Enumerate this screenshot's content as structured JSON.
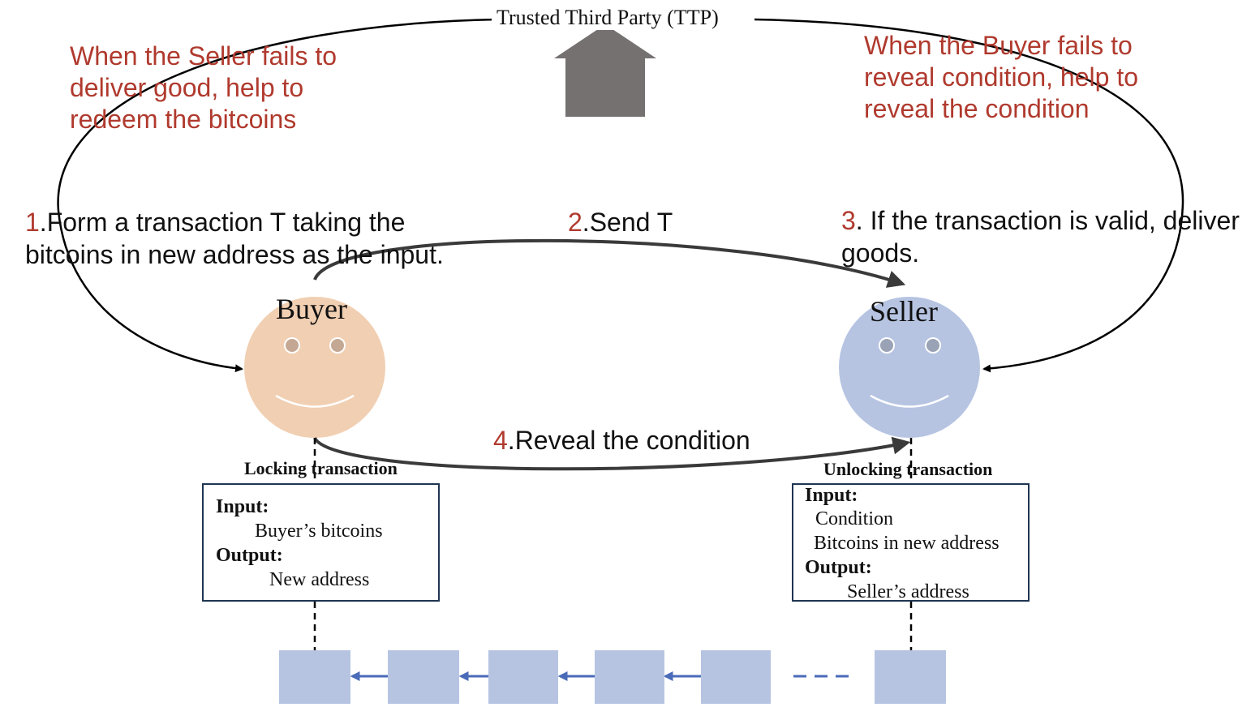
{
  "ttp": {
    "label": "Trusted Third Party (TTP)"
  },
  "notes": {
    "left": "When the Seller fails to\ndeliver good, help to\nredeem the bitcoins",
    "right": "When the Buyer fails to\nreveal condition, help to\nreveal the condition"
  },
  "steps": [
    {
      "num": "1",
      "text": ".Form a transaction T taking the\nbitcoins in new address as the input."
    },
    {
      "num": "2",
      "text": ".Send T"
    },
    {
      "num": "3",
      "text": ". If the transaction is valid, deliver\ngoods."
    },
    {
      "num": "4",
      "text": ".Reveal the condition"
    }
  ],
  "actors": {
    "buyer": "Buyer",
    "seller": "Seller"
  },
  "locking": {
    "title": "Locking transaction",
    "input_label": "Input:",
    "input_value": "Buyer’s bitcoins",
    "output_label": "Output:",
    "output_value": "New address"
  },
  "unlocking": {
    "title": "Unlocking transaction",
    "input_label": "Input:",
    "input_value_1": "Condition",
    "input_value_2": "Bitcoins in new address",
    "output_label": "Output:",
    "output_value": "Seller’s address"
  },
  "colors": {
    "note": "#b03a2e",
    "buyer_face": "#f1cfb2",
    "seller_face": "#b6c4e2",
    "block": "#b6c4e2",
    "chain_arrow": "#4a6bb8",
    "house": "#767171",
    "arrow": "#3a3a3a"
  },
  "icons": {
    "ttp": "house-icon",
    "buyer": "smiley-face-icon",
    "seller": "smiley-face-icon"
  }
}
